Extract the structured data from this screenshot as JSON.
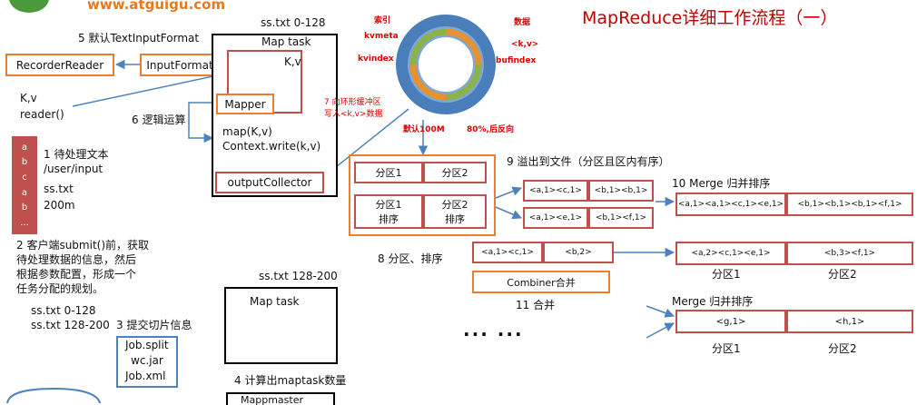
{
  "logo": {
    "text": "www.atguigu.com"
  },
  "title": "MapReduce详细工作流程（一）",
  "client": {
    "step1": "1 待处理文本",
    "path": "/user/input",
    "file": "ss.txt",
    "size": "200m",
    "letters": [
      "a",
      "b",
      "c",
      "a",
      "b",
      "..."
    ],
    "step2_lines": [
      "2 客户端submit()前，获取",
      "待处理数据的信息，然后",
      "根据参数配置，形成一个",
      "任务分配的规划。"
    ],
    "split1": "ss.txt  0-128",
    "split2": "ss.txt  128-200",
    "step3": "3 提交切片信息",
    "job_files": [
      "Job.split",
      "wc.jar",
      "Job.xml"
    ],
    "step4": "4 计算出maptask数量"
  },
  "maptask": {
    "file_range": "ss.txt 0-128",
    "label": "Map task",
    "kv": "K,v",
    "mapper": "Mapper",
    "map_lines": [
      "map(K,v)",
      "Context.write(k,v)"
    ],
    "collector": "outputCollector",
    "step6": "6 逻辑运算"
  },
  "maptask2": {
    "file_range": "ss.txt 128-200",
    "label": "Map task",
    "next_partial": "Mappmaster"
  },
  "input": {
    "step5": "5 默认TextInputFormat",
    "recorder_reader": "RecorderReader",
    "input_format": "InputFormat",
    "kv": "K,v",
    "reader": "reader()"
  },
  "buffer": {
    "index": "索引",
    "data": "数据",
    "kvmeta": "kvmeta",
    "kvindex": "kvindex",
    "kv_pair": "<k,v>",
    "bufindex": "bufindex",
    "step7_lines": [
      "7 向环形缓冲区",
      "写入<k,v>数据"
    ],
    "default_size": "默认100M",
    "reverse": "80%,后反向"
  },
  "partition": {
    "p1": "分区1",
    "p2": "分区2",
    "p1_sort": [
      "分区1",
      "排序"
    ],
    "p2_sort": [
      "分区2",
      "排序"
    ],
    "step8": "8 分区、排序"
  },
  "spill": {
    "step9": "9 溢出到文件（分区且区内有序）",
    "row1": [
      "<a,1><c,1>",
      "<b,1><b,1>"
    ],
    "row2": [
      "<a,1><e,1>",
      "<b,1><f,1>"
    ]
  },
  "merge10": {
    "label": "10 Merge 归并排序",
    "cells": [
      "<a,1><a,1><c,1><e,1>",
      "<b,1><b,1><b,1><f,1>"
    ]
  },
  "combiner": {
    "input_cells": [
      "<a,1><c,1>",
      "<b,2>"
    ],
    "label": "Combiner合并",
    "step11": "11 合并",
    "output_cells": [
      "<a,2><c,1><e,1>",
      "<b,3><f,1>"
    ],
    "p1": "分区1",
    "p2": "分区2"
  },
  "merge2": {
    "label": "Merge 归并排序",
    "cells": [
      "<g,1>",
      "<h,1>"
    ],
    "p1": "分区1",
    "p2": "分区2"
  },
  "ellipsis": "... ..."
}
